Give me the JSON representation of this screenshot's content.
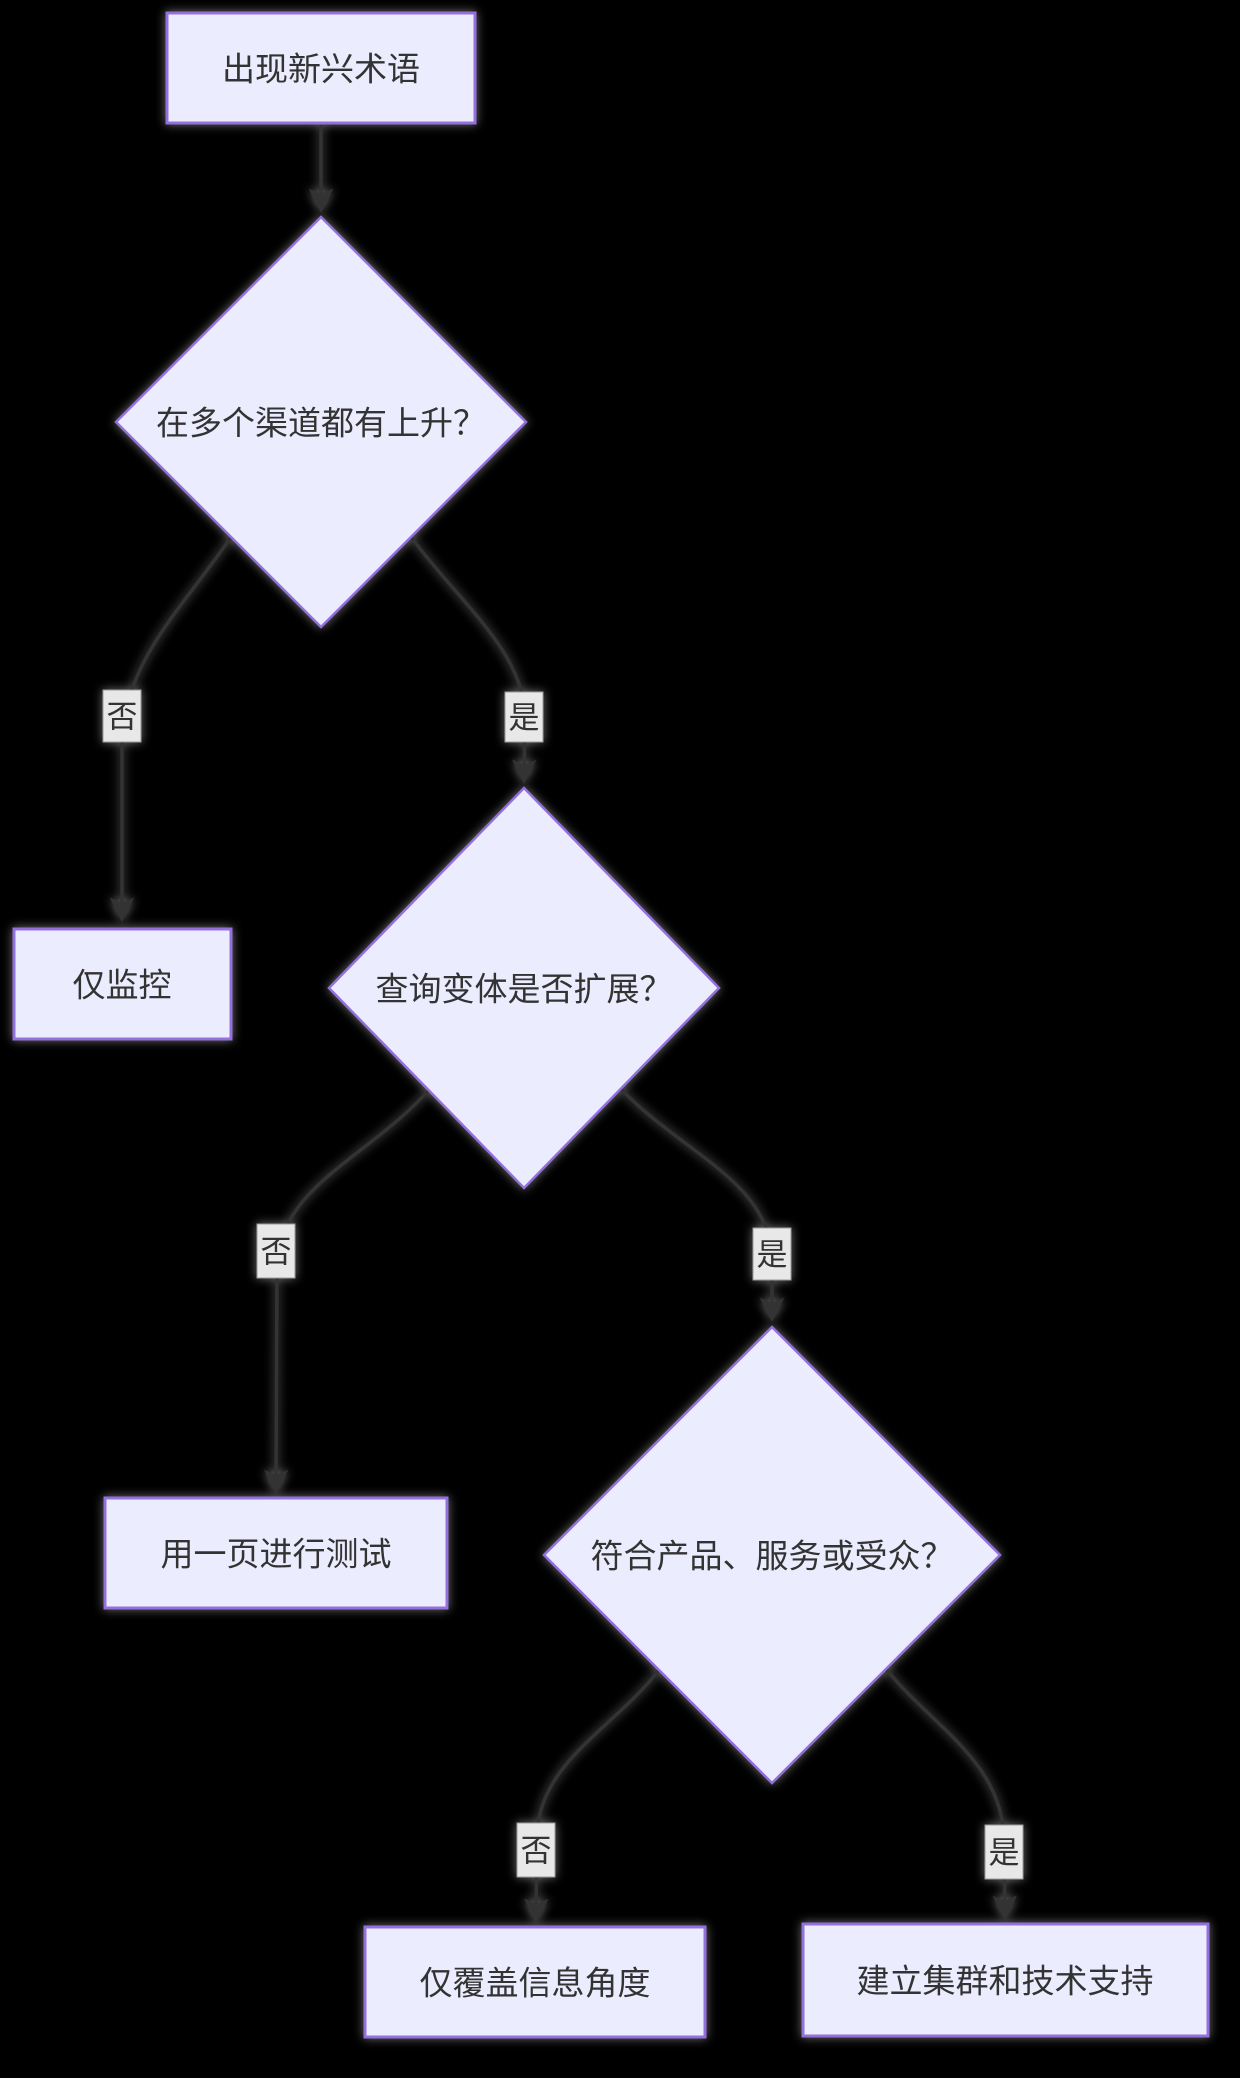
{
  "diagram": {
    "type": "flowchart",
    "direction": "top-down",
    "background_color": "#000000",
    "node_fill": "#ECECFF",
    "node_border_color": "#9370DB",
    "edge_color": "#333333",
    "edge_label_bg": "#e8e8e8",
    "text_color": "#333333",
    "nodes": {
      "start": {
        "label": "出现新兴术语",
        "shape": "rect"
      },
      "q_channels": {
        "label": "在多个渠道都有上升？",
        "shape": "diamond"
      },
      "monitor_only": {
        "label": "仅监控",
        "shape": "rect"
      },
      "q_variants": {
        "label": "查询变体是否扩展？",
        "shape": "diamond"
      },
      "test_one_page": {
        "label": "用一页进行测试",
        "shape": "rect"
      },
      "q_fit": {
        "label": "符合产品、服务或受众？",
        "shape": "diamond"
      },
      "info_angle_only": {
        "label": "仅覆盖信息角度",
        "shape": "rect"
      },
      "build_cluster": {
        "label": "建立集群和技术支持",
        "shape": "rect"
      }
    },
    "edges": [
      {
        "from": "start",
        "to": "q_channels",
        "label": ""
      },
      {
        "from": "q_channels",
        "to": "monitor_only",
        "label": "否"
      },
      {
        "from": "q_channels",
        "to": "q_variants",
        "label": "是"
      },
      {
        "from": "q_variants",
        "to": "test_one_page",
        "label": "否"
      },
      {
        "from": "q_variants",
        "to": "q_fit",
        "label": "是"
      },
      {
        "from": "q_fit",
        "to": "info_angle_only",
        "label": "否"
      },
      {
        "from": "q_fit",
        "to": "build_cluster",
        "label": "是"
      }
    ]
  }
}
